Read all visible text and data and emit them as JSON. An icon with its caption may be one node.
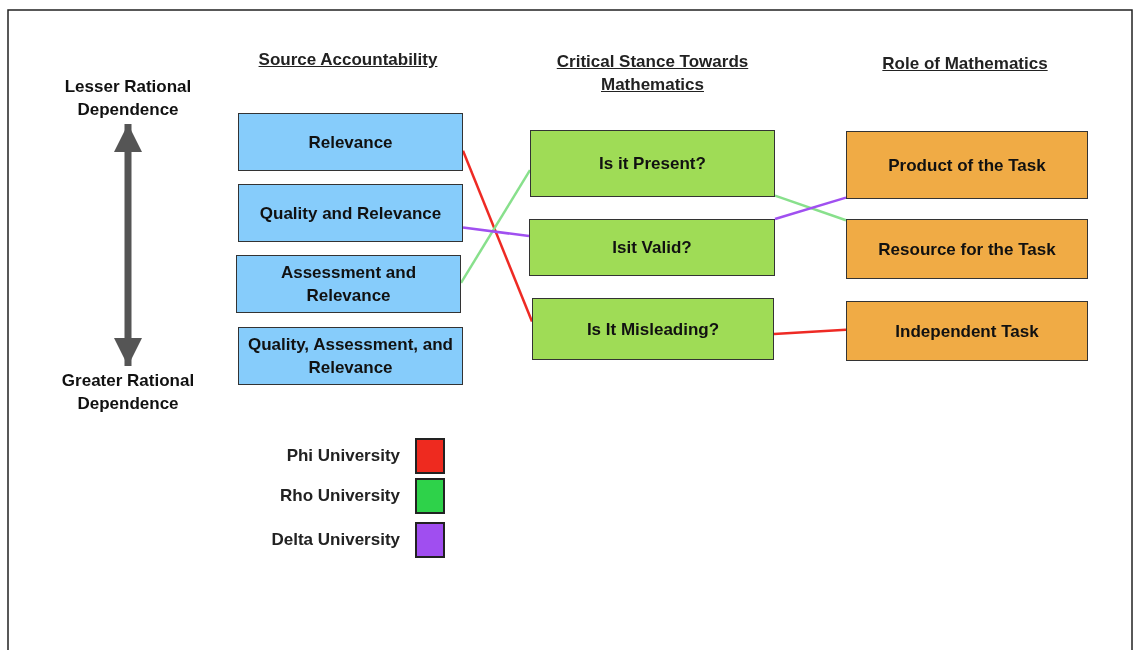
{
  "diagram": {
    "nodes": [
      {
        "text": [
          "Lesser Rational Dependence"
        ]
      },
      {
        "text": [
          "Greater Rational Dependence"
        ]
      },
      {
        "text": [
          "Relevance"
        ]
      },
      {
        "text": [
          "Quality and Relevance"
        ]
      },
      {
        "text": [
          "Assessment and Relevance"
        ]
      },
      {
        "text": [
          "Quality, Assessment, and Relevance"
        ]
      },
      {
        "text": [
          "Is it Present?"
        ]
      },
      {
        "text": [
          "Isit Valid?"
        ]
      },
      {
        "text": [
          "Is It Misleading?"
        ]
      },
      {
        "text": [
          "Product of the Task"
        ]
      },
      {
        "text": [
          "Resource for the Task"
        ]
      },
      {
        "text": [
          "Independent Task"
        ]
      }
    ],
    "edges": [
      {
        "from": 0,
        "to": 1,
        "arrow": "both",
        "style": "thick",
        "color": "#555555"
      },
      {
        "from": 2,
        "to": 8,
        "arrow": "none",
        "color": "#ee2a24"
      },
      {
        "from": 4,
        "to": 6,
        "arrow": "none",
        "color": "#88e08c"
      },
      {
        "from": 3,
        "to": 7,
        "arrow": "none",
        "color": "#a050f0"
      },
      {
        "from": 6,
        "to": 10,
        "arrow": "none",
        "color": "#88e08c"
      },
      {
        "from": 7,
        "to": 9,
        "arrow": "none",
        "color": "#a050f0"
      },
      {
        "from": 8,
        "to": 11,
        "arrow": "none",
        "color": "#ee2a24"
      }
    ],
    "labels": [
      "Source Accountability",
      "Critical Stance Towards Mathematics",
      "Role of Mathematics"
    ],
    "legend": [
      {
        "text": "Phi University",
        "color": "#ee2a1f"
      },
      {
        "text": "Rho University",
        "color": "#2ed24a"
      },
      {
        "text": "Delta University",
        "color": "#a04ef0"
      }
    ]
  }
}
